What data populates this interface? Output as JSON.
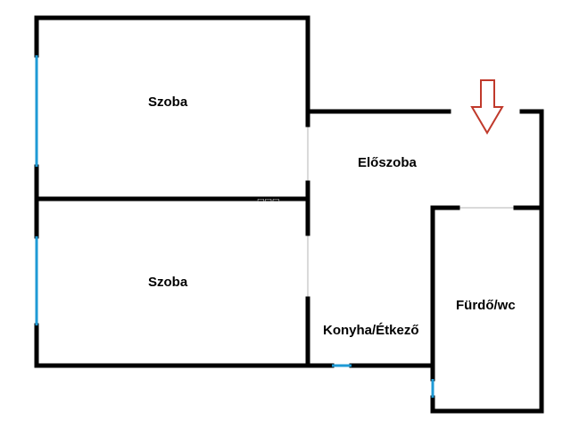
{
  "rooms": {
    "room_top": "Szoba",
    "room_bottom": "Szoba",
    "hall": "Előszoba",
    "kitchen": "Konyha/Étkező",
    "bathroom": "Fürdő/wc"
  },
  "colors": {
    "walls": "#000000",
    "windows": "#1e9ad6",
    "entrance_arrow": "#c0392b",
    "background": "#ffffff"
  },
  "icons": {
    "entrance": "down-arrow-icon"
  }
}
